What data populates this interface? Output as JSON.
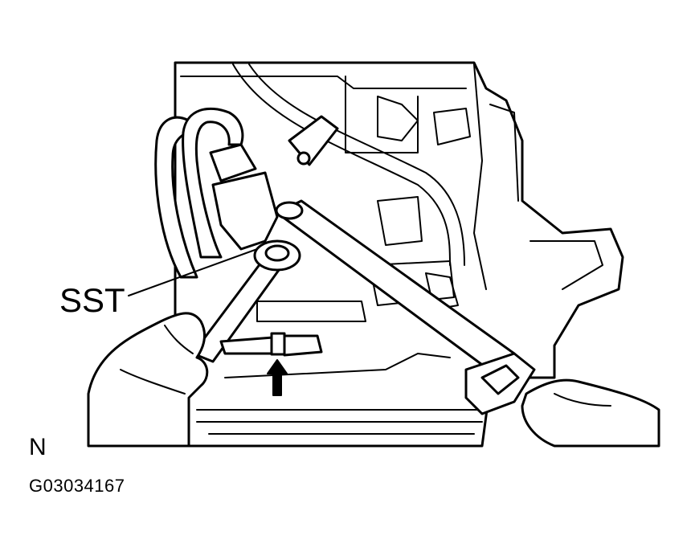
{
  "labels": {
    "sst": "SST",
    "orientation": "N",
    "figure_code": "G03034167"
  },
  "colors": {
    "line": "#000000",
    "background": "#ffffff"
  }
}
